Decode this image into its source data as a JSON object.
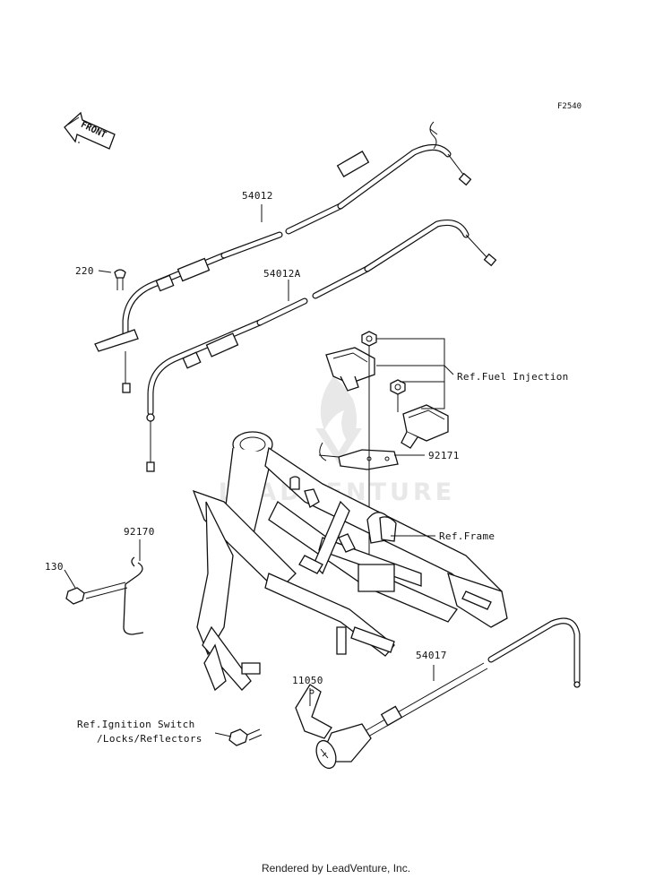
{
  "diagram": {
    "figure_code": "F2540",
    "front_label": "FRONT",
    "watermark": "LEADVENTURE",
    "parts": [
      {
        "id": "54012",
        "label": "54012"
      },
      {
        "id": "220",
        "label": "220"
      },
      {
        "id": "54012A",
        "label": "54012A"
      },
      {
        "id": "92171",
        "label": "92171"
      },
      {
        "id": "92170",
        "label": "92170"
      },
      {
        "id": "130",
        "label": "130"
      },
      {
        "id": "11050",
        "label": "11050"
      },
      {
        "id": "54017",
        "label": "54017"
      }
    ],
    "references": {
      "fuel_injection": "Ref.Fuel Injection",
      "frame": "Ref.Frame",
      "ignition_line1": "Ref.Ignition Switch",
      "ignition_line2": "/Locks/Reflectors"
    }
  },
  "footer": "Rendered by LeadVenture, Inc."
}
